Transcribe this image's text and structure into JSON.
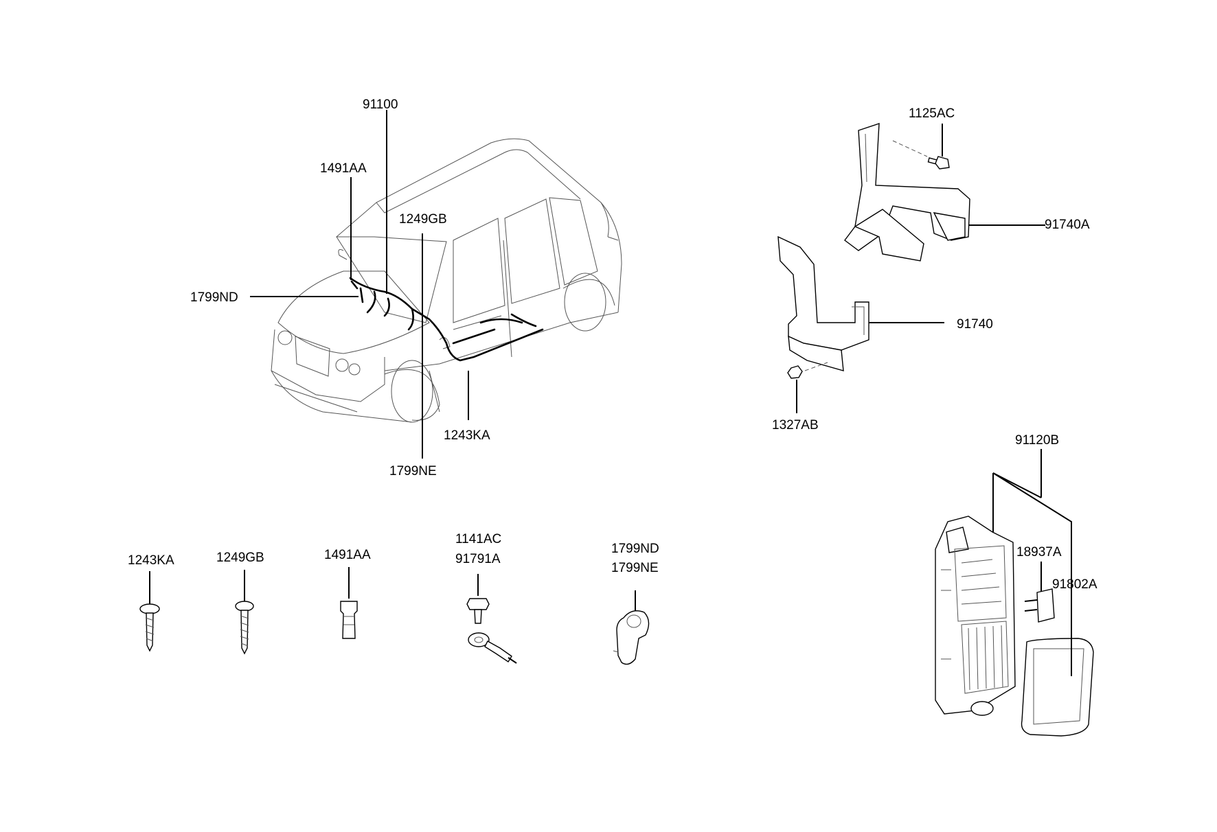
{
  "callouts": {
    "c91100": "91100",
    "c1491AA": "1491AA",
    "c1249GB": "1249GB",
    "c1799ND": "1799ND",
    "c1243KA": "1243KA",
    "c1799NE": "1799NE",
    "c1125AC": "1125AC",
    "c91740A": "91740A",
    "c91740": "91740",
    "c1327AB": "1327AB",
    "c91120B": "91120B",
    "c18937A": "18937A",
    "c91802A": "91802A"
  },
  "hardware": {
    "h1243KA": "1243KA",
    "h1249GB": "1249GB",
    "h1491AA": "1491AA",
    "h1141AC": "1141AC",
    "h91791A": "91791A",
    "h1799ND": "1799ND",
    "h1799NE": "1799NE"
  }
}
